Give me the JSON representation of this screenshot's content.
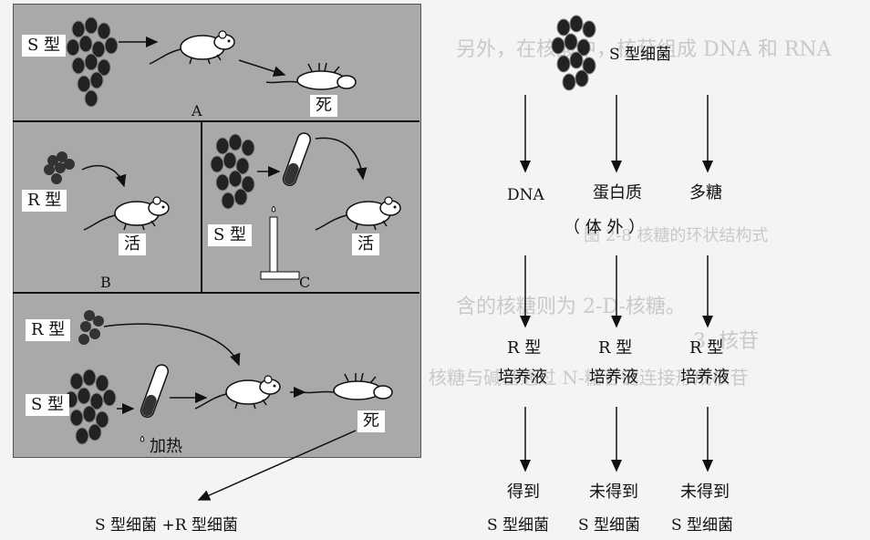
{
  "experiment1": {
    "panelA": {
      "strain": "S 型",
      "result": "死",
      "letter": "A"
    },
    "panelB": {
      "strain": "R 型",
      "result": "活",
      "letter": "B"
    },
    "panelC": {
      "strain": "S 型",
      "result": "活",
      "letter": "C"
    },
    "panelD": {
      "strainR": "R 型",
      "strainS": "S 型",
      "heat": "加热",
      "result": "死"
    },
    "conclusion": "S 型细菌 +R 型细菌"
  },
  "experiment2": {
    "source": "S 型细菌",
    "components": [
      "DNA",
      "蛋白质",
      "多糖"
    ],
    "invitro": "（ 体 外 ）",
    "medium_line1": "R 型",
    "medium_line2": "培养液",
    "results": [
      {
        "line1": "得到",
        "line2": "S 型细菌"
      },
      {
        "line1": "未得到",
        "line2": "S 型细菌"
      },
      {
        "line1": "未得到",
        "line2": "S 型细菌"
      }
    ]
  },
  "background_text": [
    "另外，在核酸中，核苷组成 DNA 和 RNA",
    "含的核糖则为 2-D-核糖。",
    "3. 核苷",
    "核糖与碱基通过 N-糖苷键连接形成核苷",
    "图 2-8 核糖的环状结构式"
  ]
}
